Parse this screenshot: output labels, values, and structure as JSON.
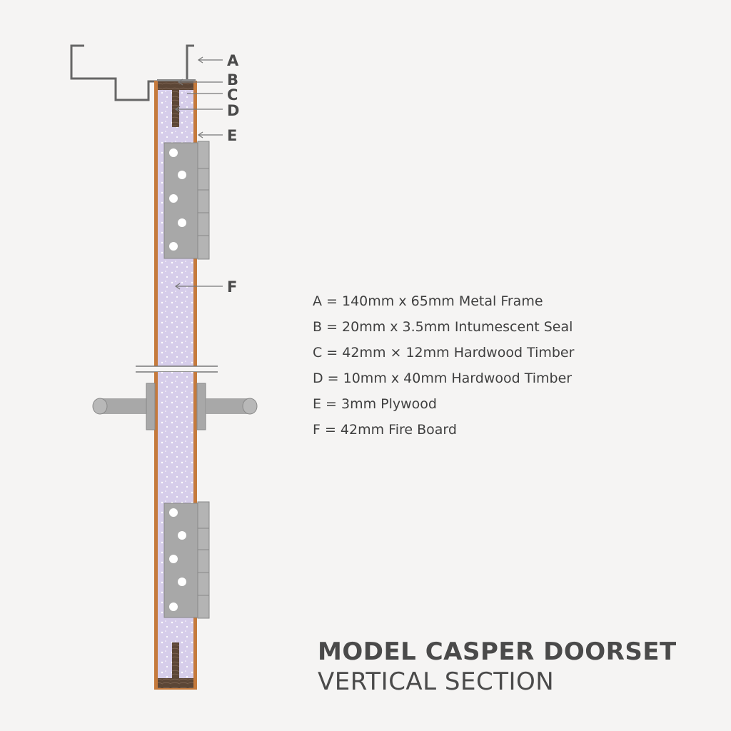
{
  "callouts": [
    "A",
    "B",
    "C",
    "D",
    "E",
    "F"
  ],
  "legend": [
    "A = 140mm x 65mm Metal Frame",
    "B = 20mm x 3.5mm Intumescent Seal",
    "C = 42mm × 12mm Hardwood Timber",
    "D = 10mm x 40mm Hardwood Timber",
    "E = 3mm Plywood",
    "F = 42mm Fire Board"
  ],
  "title": "MODEL CASPER DOORSET",
  "subtitle": "VERTICAL SECTION",
  "colors": {
    "background": "#f5f4f3",
    "fire_board": "#d6cdea",
    "plywood": "#c57a3c",
    "hardwood": "#5c4636",
    "hinge": "#a8a8a8",
    "frame_line": "#555555",
    "text": "#4a4a4a"
  },
  "icons": [
    "frame-profile",
    "hinge-icon",
    "handle-icon",
    "break-line"
  ]
}
